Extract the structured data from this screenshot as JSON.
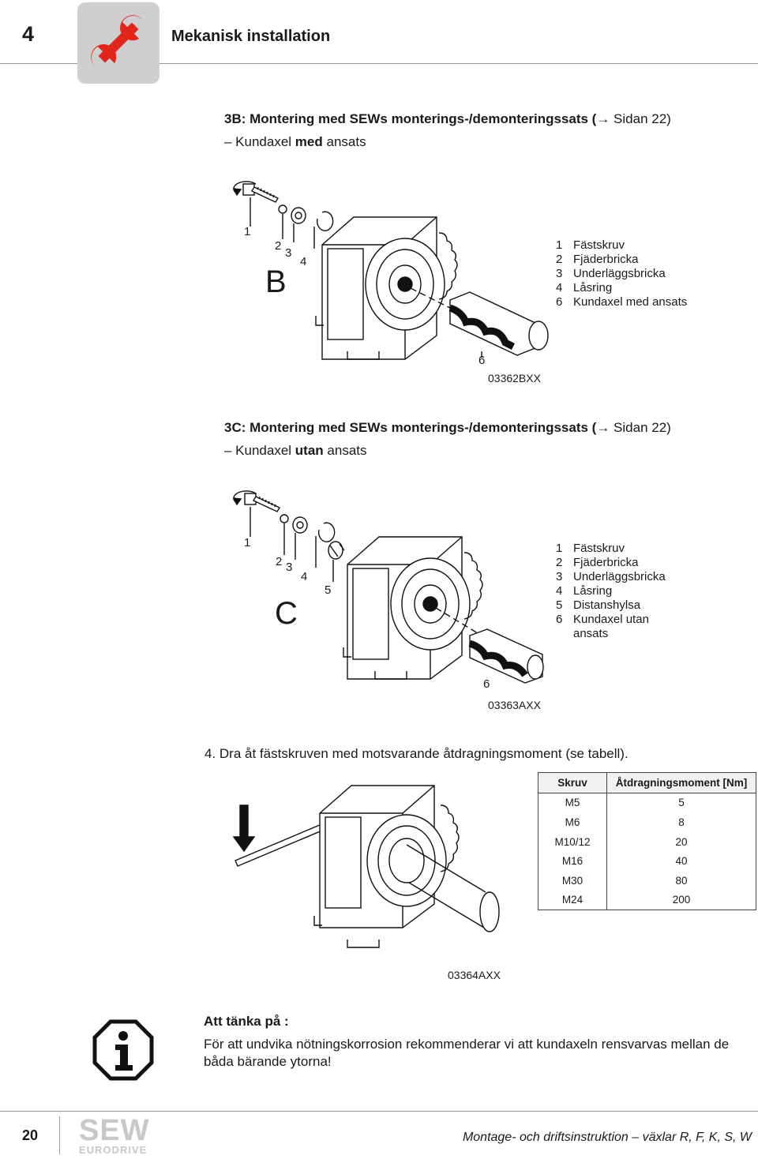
{
  "header": {
    "chapter_number": "4",
    "chapter_title": "Mekanisk installation"
  },
  "section_b": {
    "title_bold": "3B: Montering med SEWs monterings-/demonteringssats (",
    "title_link": "→ Sidan 22)",
    "subtitle_prefix": "– Kundaxel ",
    "subtitle_bold": "med",
    "subtitle_suffix": " ansats",
    "letter": "B",
    "callouts": [
      "1",
      "2",
      "3",
      "4",
      "6"
    ],
    "legend": [
      {
        "num": "1",
        "text": "Fästskruv"
      },
      {
        "num": "2",
        "text": "Fjäderbricka"
      },
      {
        "num": "3",
        "text": "Underläggsbricka"
      },
      {
        "num": "4",
        "text": "Låsring"
      },
      {
        "num": "6",
        "text": "Kundaxel med ansats"
      }
    ],
    "figure_code": "03362BXX"
  },
  "section_c": {
    "title_bold": "3C: Montering med SEWs monterings-/demonteringssats (",
    "title_link": "→ Sidan 22)",
    "subtitle_prefix": "– Kundaxel ",
    "subtitle_bold": "utan",
    "subtitle_suffix": " ansats",
    "letter": "C",
    "callouts": [
      "1",
      "2",
      "3",
      "4",
      "5",
      "6"
    ],
    "legend": [
      {
        "num": "1",
        "text": "Fästskruv"
      },
      {
        "num": "2",
        "text": "Fjäderbricka"
      },
      {
        "num": "3",
        "text": "Underläggsbricka"
      },
      {
        "num": "4",
        "text": "Låsring"
      },
      {
        "num": "5",
        "text": "Distanshylsa"
      },
      {
        "num": "6",
        "text": "Kundaxel utan"
      },
      {
        "num": "",
        "text": "ansats"
      }
    ],
    "figure_code": "03363AXX"
  },
  "step4": {
    "text": "4. Dra åt fästskruven med motsvarande åtdragningsmoment (se tabell)."
  },
  "torque_table": {
    "headers": [
      "Skruv",
      "Åtdragningsmoment [Nm]"
    ],
    "rows": [
      [
        "M5",
        "5"
      ],
      [
        "M6",
        "8"
      ],
      [
        "M10/12",
        "20"
      ],
      [
        "M16",
        "40"
      ],
      [
        "M30",
        "80"
      ],
      [
        "M24",
        "200"
      ]
    ]
  },
  "figure3_code": "03364AXX",
  "note": {
    "title": "Att tänka på :",
    "text": "För att undvika nötningskorrosion rekommenderar vi att kundaxeln rensvarvas mellan de båda bärande ytorna!"
  },
  "footer": {
    "page_number": "20",
    "logo_main": "SEW",
    "logo_sub": "EURODRIVE",
    "document_title": "Montage- och driftsinstruktion – växlar R, F, K, S, W"
  },
  "colors": {
    "accent": "#e1261c",
    "icon_bg": "#cfcfcf"
  }
}
